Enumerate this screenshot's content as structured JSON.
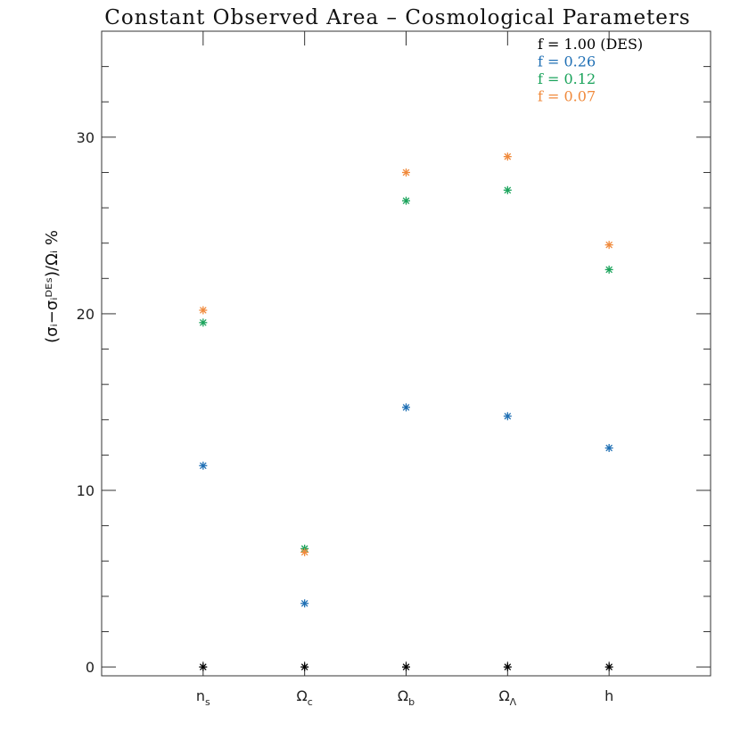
{
  "chart_data": {
    "type": "scatter",
    "title": "Constant Observed Area – Cosmological Parameters",
    "ylabel": "(σᵢ−σᵢᴰᴱˢ)/Ωᵢ  %",
    "categories": [
      "nₛ",
      "Ωc",
      "Ωb",
      "ΩΛ",
      "h"
    ],
    "category_base": [
      "n",
      "Ω",
      "Ω",
      "Ω",
      "h"
    ],
    "category_sub": [
      "s",
      "c",
      "b",
      "Λ",
      ""
    ],
    "ylim": [
      -0.5,
      36
    ],
    "xlim": [
      0,
      6
    ],
    "yticks": [
      0,
      10,
      20,
      30
    ],
    "yticks_labels": [
      "0",
      "10",
      "20",
      "30"
    ],
    "legend_position": "top-right",
    "series": [
      {
        "name": "f = 1.00 (DES)",
        "color": "#000000",
        "values": [
          0,
          0,
          0,
          0,
          0
        ]
      },
      {
        "name": "f = 0.26",
        "color": "#1f6fb4",
        "values": [
          11.4,
          3.6,
          14.7,
          14.2,
          12.4
        ]
      },
      {
        "name": "f = 0.12",
        "color": "#1aa35b",
        "values": [
          19.5,
          6.7,
          26.4,
          27.0,
          22.5
        ]
      },
      {
        "name": "f = 0.07",
        "color": "#f08a3c",
        "values": [
          20.2,
          6.5,
          28.0,
          28.9,
          23.9
        ]
      }
    ]
  }
}
